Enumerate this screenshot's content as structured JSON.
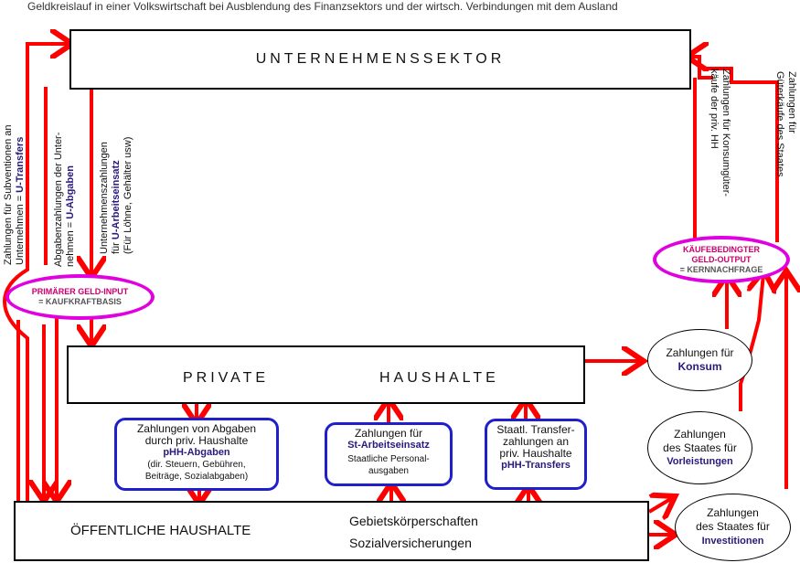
{
  "title": "Geldkreislauf in einer Volkswirtschaft bei  Ausblendung des Finanzsektors und der wirtsch. Verbindungen mit dem Ausland",
  "sectors": {
    "unternehmen": "UNTERNEHMENSSEKTOR",
    "private": [
      "PRIVATE",
      "HAUSHALTE"
    ],
    "oeffentlich": "ÖFFENTLICHE HAUSHALTE",
    "oeffentlich_sub": [
      "Gebietskörperschaften",
      "Sozialversicherungen"
    ]
  },
  "left_labels": {
    "subventionen": [
      "Zahlungen für Subventionen an",
      "Unternehmen = ",
      "U-Transfers"
    ],
    "abgaben": [
      "Abgabenzahlungen der Unter-",
      "nehmen = ",
      "U-Abgaben"
    ],
    "arbeitseinsatz": [
      "Unternehmenszahlungen",
      "für ",
      "U-Arbeitseinsatz",
      "(Für Löhne, Gehälter usw)"
    ]
  },
  "right_labels": {
    "konsumgueter": [
      "Zahlungen für Konsumgüter-",
      "käufe der priv. HH"
    ],
    "staat": [
      "Zahlungen für",
      "Güterkäufe des Staates"
    ]
  },
  "primaer": [
    "PRIMÄRER GELD-INPUT",
    "= KAUFKRAFTBASIS"
  ],
  "kauf": [
    "KÄUFEBEDINGTER",
    "GELD-OUTPUT",
    "= KERNNACHFRAGE"
  ],
  "boxes": {
    "abgaben": [
      "Zahlungen von Abgaben",
      "durch priv. Haushalte",
      "pHH-Abgaben",
      "(dir. Steuern, Gebühren,",
      "Beiträge, Sozialabgaben)"
    ],
    "st_arbeit": [
      "Zahlungen für",
      "St-Arbeitseinsatz",
      "Staatliche Personal-",
      "ausgaben"
    ],
    "transfer": [
      "Staatl. Transfer-",
      "zahlungen an",
      "priv. Haushalte",
      "pHH-Transfers"
    ]
  },
  "circles": {
    "konsum": [
      "Zahlungen für",
      "Konsum"
    ],
    "vorleistungen": [
      "Zahlungen",
      "des Staates für",
      "Vorleistungen"
    ],
    "investitionen": [
      "Zahlungen",
      "des Staates für",
      "Investitionen"
    ]
  },
  "colors": {
    "arrow": "#ff0000",
    "oval": "#e000e0",
    "box_border": "#1f1fcc",
    "highlight": "#c8006e",
    "term": "#2a1a7a"
  }
}
